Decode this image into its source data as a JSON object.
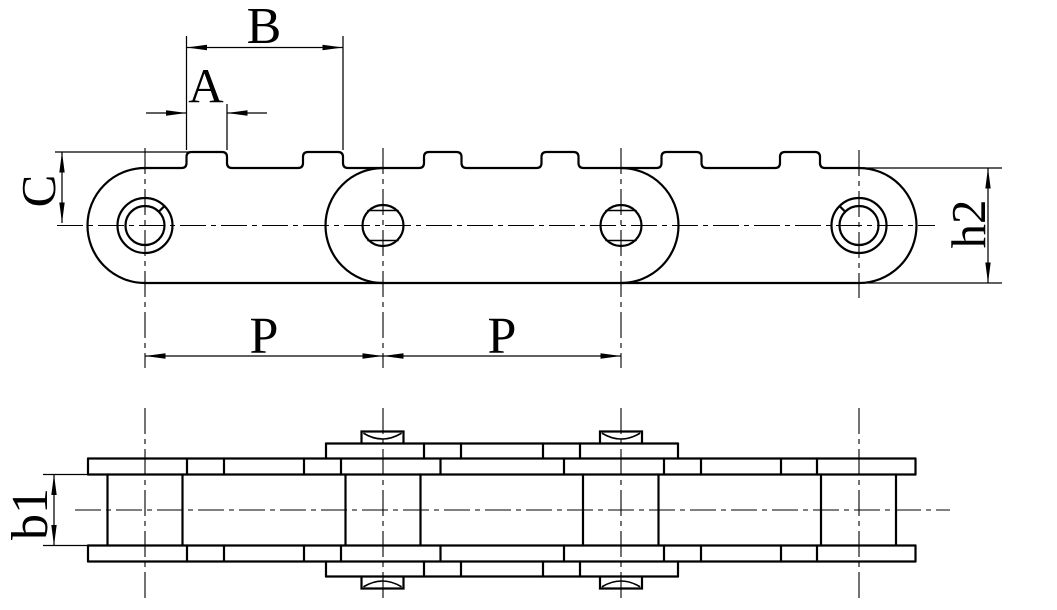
{
  "drawing": {
    "background": "#ffffff",
    "line_color": "#000000",
    "type": "chain-engineering-drawing",
    "dimensions": {
      "B": "B",
      "A": "A",
      "C": "C",
      "P_left": "P",
      "P_right": "P",
      "h2": "h2",
      "b1": "b1"
    }
  }
}
